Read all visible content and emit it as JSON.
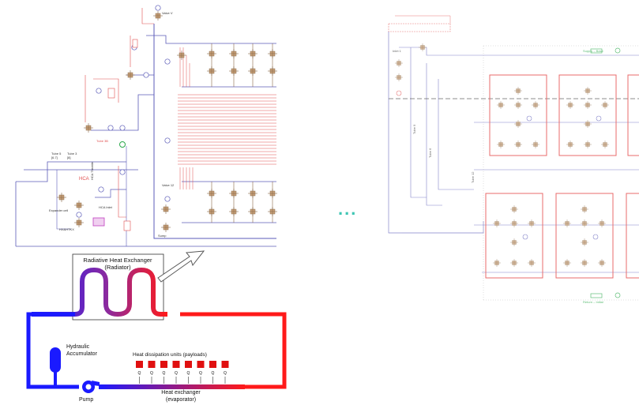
{
  "schematic_left": {
    "labels": {
      "valve_top": "Valve V",
      "tube_3b": "Tube 3B",
      "tube_5": "Tube 5",
      "tube_5_sub": "[6.7]",
      "tube_3": "Tube 3",
      "tube_3_sub": "[8]",
      "hca": "HCA",
      "hca_throttle": "HCA Throttle",
      "hca_inlet": "HCA Inlet",
      "expander": "Expander cell",
      "hx_flow": "HX&HTKX",
      "valve_12": "Valve 12",
      "drain": "Sump"
    }
  },
  "radiator_schematic": {
    "radiator_title_1": "Radiative Heat Exchanger",
    "radiator_title_2": "(Radiator)",
    "accumulator_1": "Hydraulic",
    "accumulator_2": "Accumulator",
    "payloads": "Heat dissipation units (payloads)",
    "pump": "Pump",
    "hx_1": "Heat exchanger",
    "hx_2": "(evaporator)",
    "q_label": "Q",
    "q_count": 8
  },
  "ellipsis": "...",
  "schematic_right": {
    "labels": {
      "inlet": "Inlet 1",
      "supply": "Supply – Base",
      "return": "Return – Initial",
      "tube_b": "Tube 9",
      "tube_c": "Tube 6",
      "tube_d": "Tube 12"
    }
  },
  "colors": {
    "cold": "#1a1aff",
    "hot": "#ff1a1a",
    "schematic_line": "#5b5bb8",
    "schematic_red": "#e05050",
    "component": "#c9a27a",
    "highlight_box": "#e23a3a",
    "green": "#2aa84a",
    "ellipsis": "#3fc6b4"
  }
}
